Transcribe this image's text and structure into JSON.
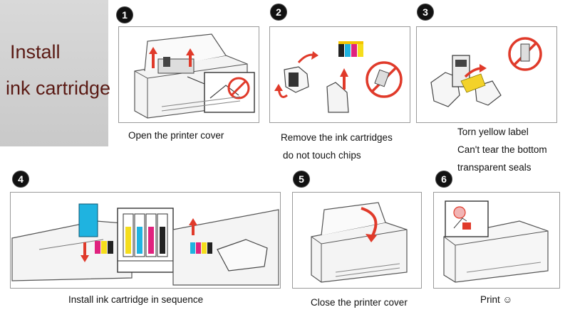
{
  "title": {
    "line1": "Install",
    "line2": "ink cartridge"
  },
  "steps": [
    {
      "number": "1",
      "caption": "Open the printer cover"
    },
    {
      "number": "2",
      "caption_line1": "Remove the ink cartridges",
      "caption_line2": "do not touch chips"
    },
    {
      "number": "3",
      "caption_line1": "Torn yellow label",
      "caption_line2": "Can't tear the bottom",
      "caption_line3": "transparent seals"
    },
    {
      "number": "4",
      "caption": "Install ink cartridge in sequence"
    },
    {
      "number": "5",
      "caption": "Close the printer cover"
    },
    {
      "number": "6",
      "caption": "Print ☺"
    }
  ],
  "colors": {
    "title_bg": "#cfcfcf",
    "title_text": "#5a1a14",
    "arrow_red": "#e03a2a",
    "label_yellow": "#f3d22a",
    "ink_cyan": "#1fb3e0",
    "ink_magenta": "#e0227e",
    "ink_yellow": "#f5dd1c",
    "ink_black": "#111111"
  }
}
